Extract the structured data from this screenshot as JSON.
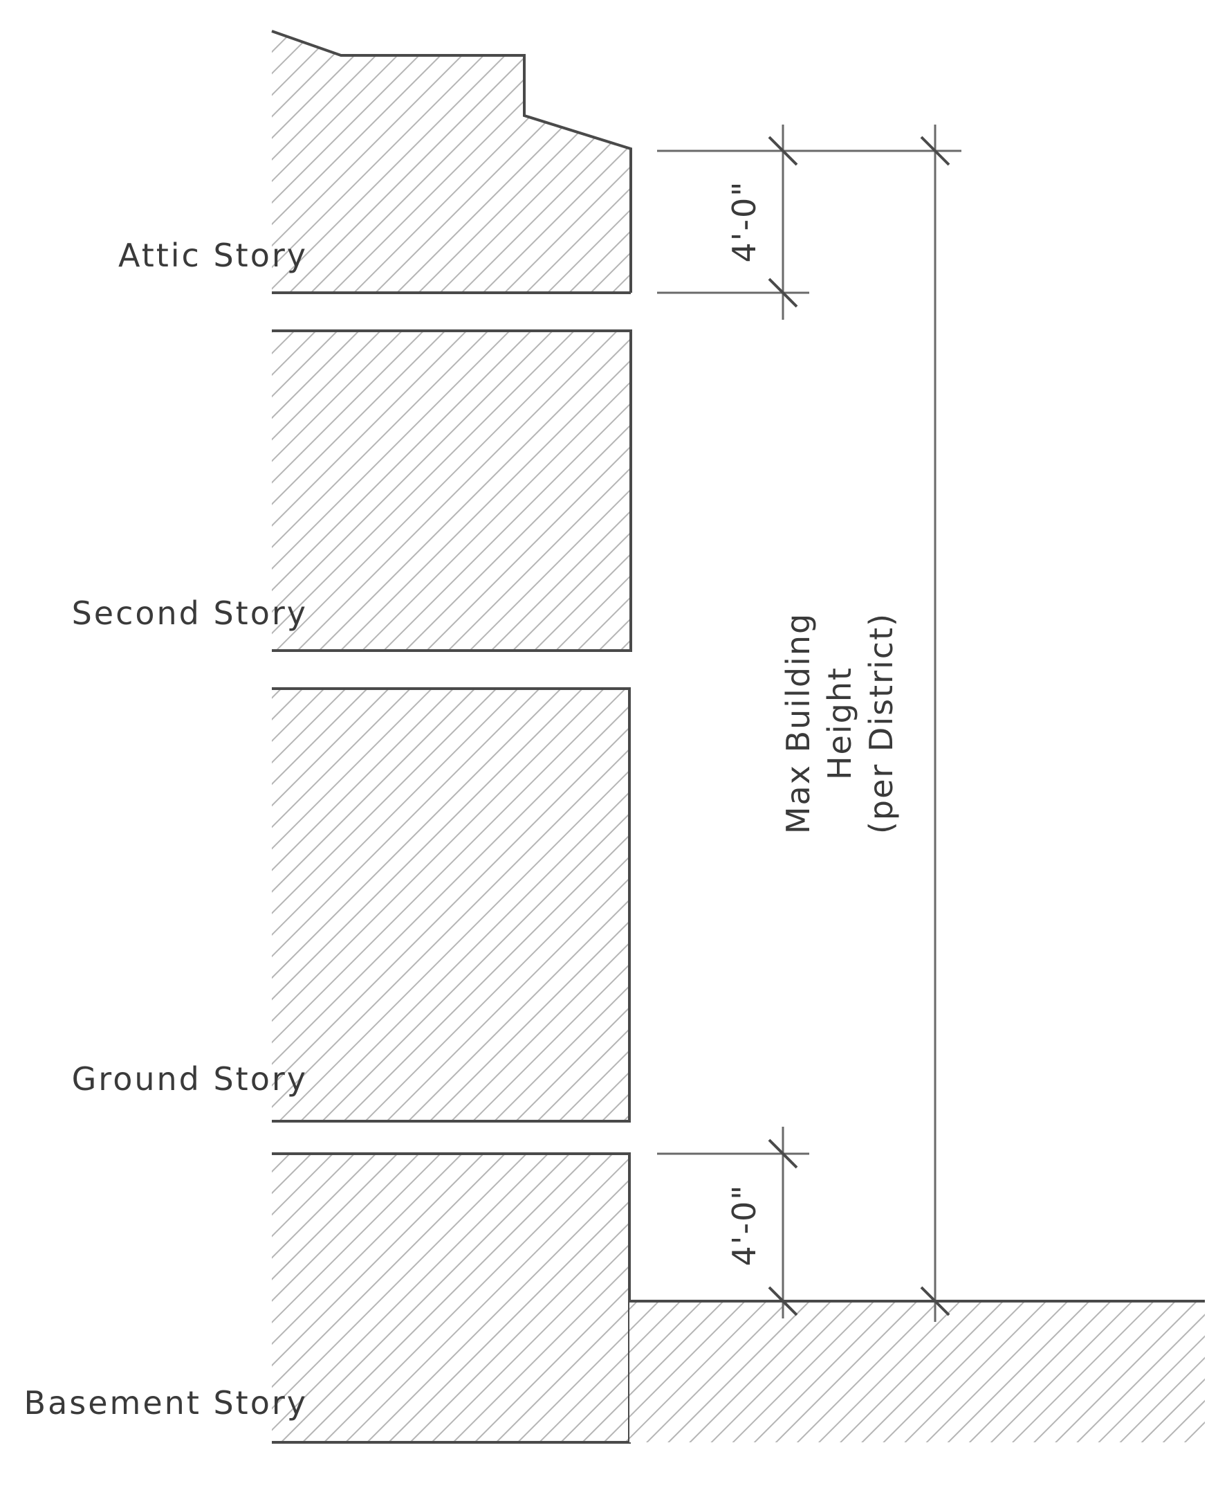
{
  "stories": [
    {
      "label": "Attic Story"
    },
    {
      "label": "Second Story"
    },
    {
      "label": "Ground Story"
    },
    {
      "label": "Basement Story"
    }
  ],
  "dimensions": {
    "attic_offset": "4'-0\"",
    "basement_offset": "4'-0\"",
    "max_height_line1": "Max Building",
    "max_height_line2": "Height",
    "max_height_line3": "(per District)"
  }
}
